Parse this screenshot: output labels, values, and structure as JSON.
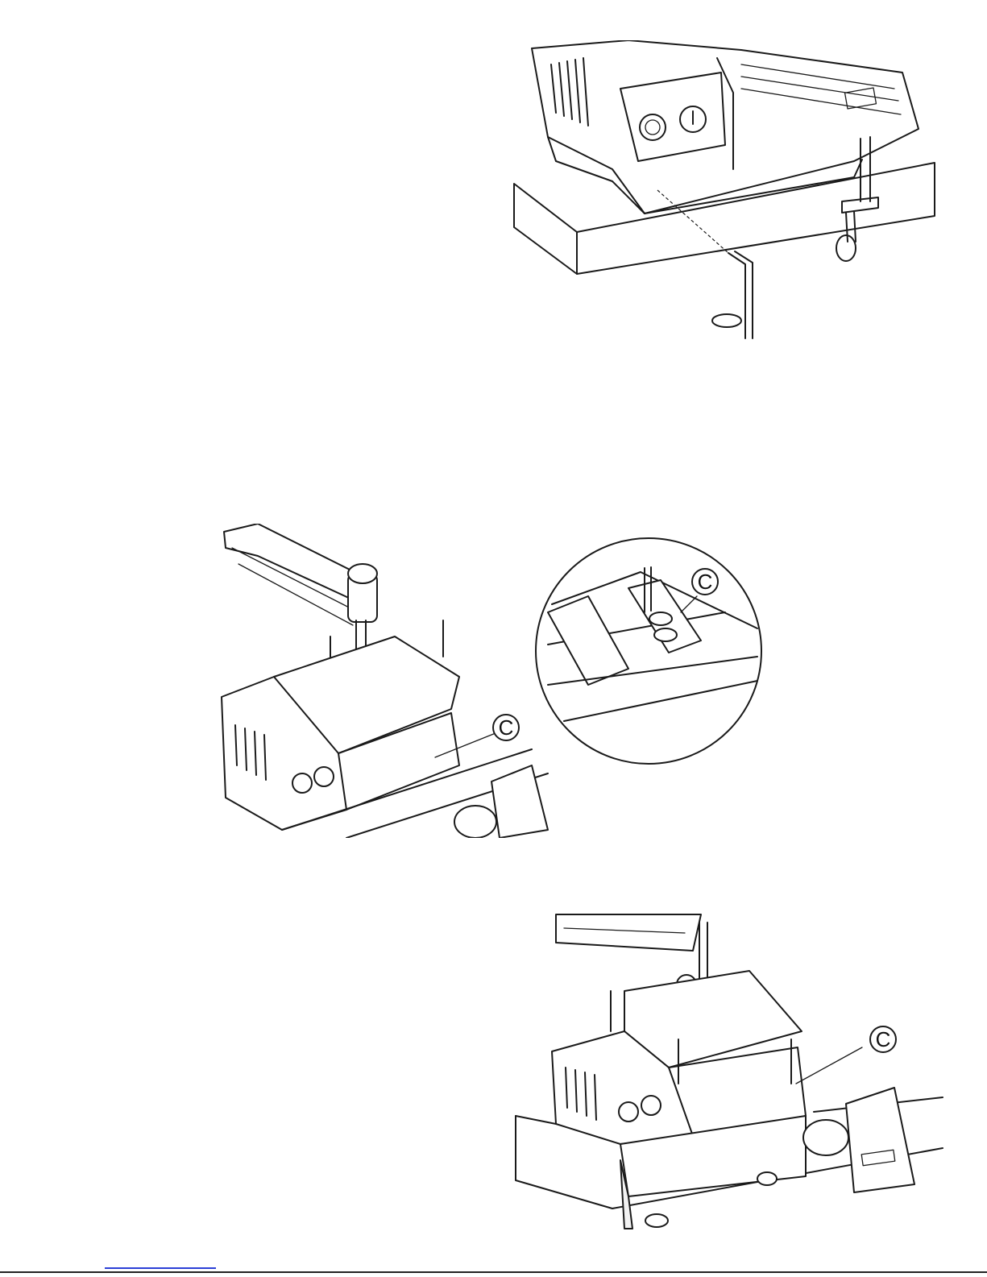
{
  "figures": [
    {
      "id": "fig-top",
      "callouts": []
    },
    {
      "id": "fig-middle",
      "callouts": [
        "C",
        "C"
      ]
    },
    {
      "id": "fig-bottom",
      "callouts": [
        "C"
      ]
    }
  ],
  "colors": {
    "line": "#1a1a1a",
    "background": "#ffffff",
    "link_rule": "#2b3fd6"
  }
}
